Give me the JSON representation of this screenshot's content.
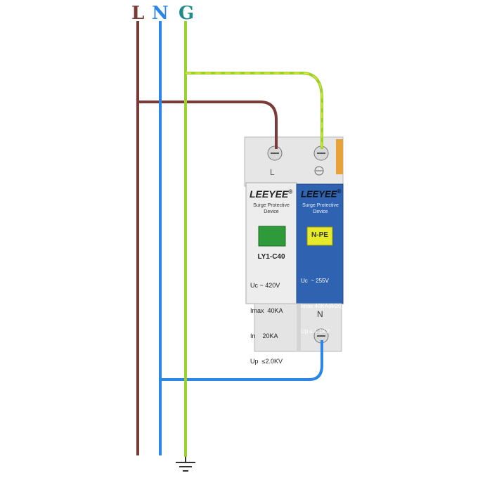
{
  "wire_labels": {
    "line": "L",
    "neutral": "N",
    "ground": "G"
  },
  "colors": {
    "line": "#7b3a36",
    "neutral": "#2b86e6",
    "ground": "#9ad12f",
    "ground_stripe": "#e8e23a",
    "module_blue": "#2f63b2",
    "window_green": "#2e9a3a",
    "window_yellow": "#e7ea2a"
  },
  "left_module": {
    "brand": "LEEYEE",
    "registered": "®",
    "subtitle_line1": "Surge Protective",
    "subtitle_line2": "Device",
    "model": "LY1-C40",
    "specs": [
      "Uc ~ 420V",
      "Imax  40KA",
      "In    20KA",
      "Up  ≤2.0KV"
    ],
    "terminal_label": "L"
  },
  "right_module": {
    "brand": "LEEYEE",
    "registered": "®",
    "subtitle_line1": "Surge Protective",
    "subtitle_line2": "Device",
    "window_text": "N-PE",
    "specs": [
      "Uc  ~ 255V",
      "Imax 40KA(8/20)",
      "Up ≤ 1.1KV"
    ],
    "terminal_label": "N"
  }
}
